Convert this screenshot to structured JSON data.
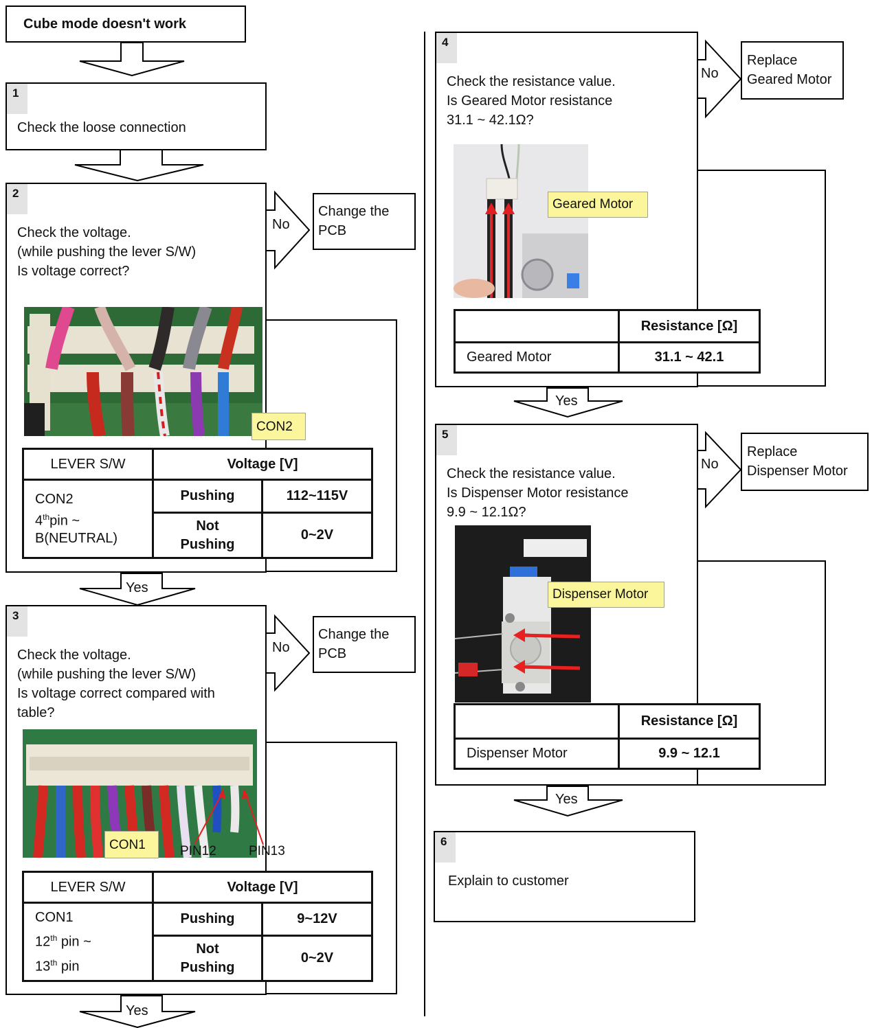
{
  "title": "Cube mode doesn't work",
  "labels": {
    "no": "No",
    "yes": "Yes"
  },
  "steps": {
    "s1": {
      "num": "1",
      "text": "Check the loose connection"
    },
    "s2": {
      "num": "2",
      "text": "Check the voltage.\n(while pushing the lever S/W)\nIs voltage correct?",
      "photo_label": "CON2",
      "table": {
        "h1": "LEVER S/W",
        "h2": "Voltage [V]",
        "c1a": "CON2",
        "c1b_sup": "th",
        "c1b_pre": "4",
        "c1b_post": "pin ~",
        "c1c": "B(NEUTRAL)",
        "r1a": "Pushing",
        "r1b": "112~115V",
        "r2a": "Not\nPushing",
        "r2b": "0~2V"
      },
      "no_action": "Change the\nPCB"
    },
    "s3": {
      "num": "3",
      "text": "Check the voltage.\n(while pushing the lever S/W)\nIs voltage correct compared with\ntable?",
      "photo_label": "CON1",
      "pin12": "PIN12",
      "pin13": "PIN13",
      "table": {
        "h1": "LEVER S/W",
        "h2": "Voltage [V]",
        "c1a": "CON1",
        "c1b_pre": "12",
        "c1b_sup": "th",
        "c1b_post": " pin ~",
        "c1c_pre": "13",
        "c1c_sup": "th",
        "c1c_post": " pin",
        "r1a": "Pushing",
        "r1b": "9~12V",
        "r2a": "Not\nPushing",
        "r2b": "0~2V"
      },
      "no_action": "Change the\nPCB"
    },
    "s4": {
      "num": "4",
      "text": "Check the resistance value.\nIs Geared  Motor  resistance\n31.1 ~ 42.1Ω?",
      "photo_label": "Geared Motor",
      "table": {
        "h2": "Resistance  [Ω]",
        "r1a": "Geared Motor",
        "r1b": "31.1 ~ 42.1"
      },
      "no_action": "Replace\nGeared Motor"
    },
    "s5": {
      "num": "5",
      "text": "Check the resistance value.\nIs Dispenser Motor resistance\n9.9 ~ 12.1Ω?",
      "photo_label": "Dispenser Motor",
      "table": {
        "h2": "Resistance  [Ω]",
        "r1a": "Dispenser Motor",
        "r1b": "9.9 ~ 12.1"
      },
      "no_action": "Replace\nDispenser Motor"
    },
    "s6": {
      "num": "6",
      "text": "Explain to customer"
    }
  }
}
